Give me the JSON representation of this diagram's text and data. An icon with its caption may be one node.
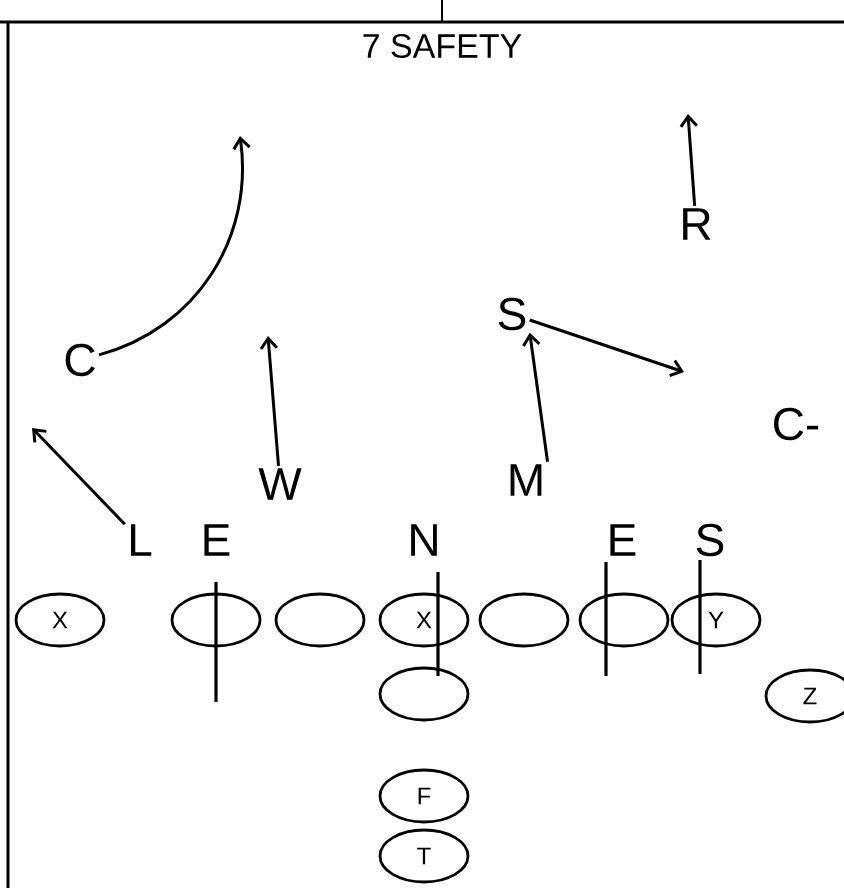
{
  "diagram": {
    "title": "7 SAFETY",
    "nodes": [
      {
        "text": [
          "C"
        ]
      },
      {
        "text": [
          "W"
        ]
      },
      {
        "text": [
          "M"
        ]
      },
      {
        "text": [
          "S"
        ]
      },
      {
        "text": [
          "R"
        ]
      },
      {
        "text": [
          "L"
        ]
      },
      {
        "text": [
          "X"
        ]
      },
      {
        "text": [],
        "shape": "ellipse"
      },
      {
        "text": [],
        "shape": "ellipse"
      },
      {
        "text": [
          "X"
        ]
      },
      {
        "text": [],
        "shape": "ellipse"
      },
      {
        "text": [],
        "shape": "ellipse"
      },
      {
        "text": [
          "Y"
        ]
      },
      {
        "text": [],
        "shape": "ellipse"
      },
      {
        "text": [
          "Z"
        ]
      },
      {
        "text": [
          "F"
        ]
      },
      {
        "text": [
          "T"
        ]
      }
    ],
    "edges": [
      {
        "from": 0,
        "to": null,
        "arrow": "to"
      },
      {
        "from": 1,
        "to": null,
        "arrow": "to"
      },
      {
        "from": 2,
        "to": 3,
        "arrow": "to"
      },
      {
        "from": 3,
        "to": null,
        "arrow": "to"
      },
      {
        "from": 4,
        "to": null,
        "arrow": "to"
      },
      {
        "from": 5,
        "to": null,
        "arrow": "to"
      }
    ],
    "labels": [
      "C-",
      "E",
      "N",
      "E",
      "S"
    ]
  }
}
